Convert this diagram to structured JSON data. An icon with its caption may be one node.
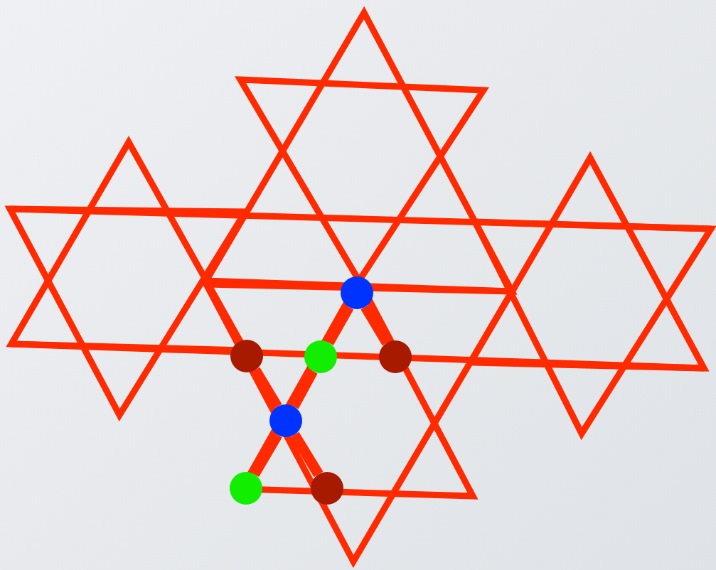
{
  "diagram": {
    "nodes": [
      {
        "text": [],
        "shape": "circle"
      },
      {
        "text": [],
        "shape": "circle"
      },
      {
        "text": [],
        "shape": "circle"
      },
      {
        "text": [],
        "shape": "circle"
      },
      {
        "text": [],
        "shape": "circle"
      },
      {
        "text": [],
        "shape": "circle"
      },
      {
        "text": [],
        "shape": "circle"
      }
    ],
    "edges": [
      {
        "from": 0,
        "to": 2,
        "arrow": "none"
      },
      {
        "from": 0,
        "to": 3,
        "arrow": "none"
      },
      {
        "from": 2,
        "to": 4,
        "arrow": "none"
      },
      {
        "from": 1,
        "to": 4,
        "arrow": "none"
      },
      {
        "from": 4,
        "to": 5,
        "arrow": "none"
      },
      {
        "from": 4,
        "to": 6,
        "arrow": "none"
      }
    ]
  }
}
